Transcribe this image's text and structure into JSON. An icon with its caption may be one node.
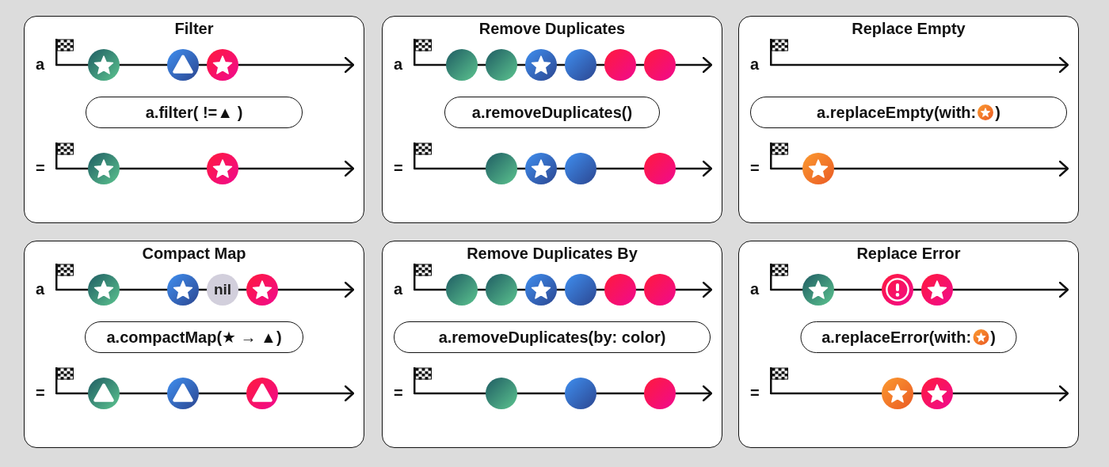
{
  "diagram": {
    "nodes": [
      {
        "text": [
          "Filter"
        ]
      },
      {
        "text": [],
        "shape": "picture",
        "in": 0
      },
      {
        "text": [],
        "shape": "circle",
        "in": 0
      },
      {
        "text": [],
        "shape": "circle",
        "in": 0
      },
      {
        "text": [],
        "shape": "circle",
        "in": 0
      },
      {
        "text": [
          "a.filter( !=▲ )"
        ],
        "in": 0
      },
      {
        "text": [],
        "shape": "picture",
        "in": 0
      },
      {
        "text": [],
        "shape": "circle",
        "in": 0
      },
      {
        "text": [],
        "shape": "circle",
        "in": 0
      },
      {
        "text": [
          "Remove Duplicates"
        ]
      },
      {
        "text": [],
        "shape": "picture",
        "in": 9
      },
      {
        "text": [],
        "shape": "circle",
        "in": 9
      },
      {
        "text": [],
        "shape": "circle",
        "in": 9
      },
      {
        "text": [],
        "shape": "circle",
        "in": 9
      },
      {
        "text": [],
        "shape": "circle",
        "in": 9
      },
      {
        "text": [],
        "shape": "circle",
        "in": 9
      },
      {
        "text": [],
        "shape": "circle",
        "in": 9
      },
      {
        "text": [
          "a.removeDuplicates()"
        ],
        "in": 9
      },
      {
        "text": [],
        "shape": "picture",
        "in": 9
      },
      {
        "text": [],
        "shape": "circle",
        "in": 9
      },
      {
        "text": [],
        "shape": "circle",
        "in": 9
      },
      {
        "text": [],
        "shape": "circle",
        "in": 9
      },
      {
        "text": [],
        "shape": "circle",
        "in": 9
      },
      {
        "text": [
          "Replace Empty"
        ]
      },
      {
        "text": [],
        "shape": "picture",
        "in": 23
      },
      {
        "text": [
          "a.replaceEmpty(with:",
          ")"
        ],
        "in": 23
      },
      {
        "text": [],
        "shape": "circle",
        "in": 25
      },
      {
        "text": [],
        "shape": "picture",
        "in": 23
      },
      {
        "text": [],
        "shape": "circle",
        "in": 23
      },
      {
        "text": [
          "Compact Map"
        ]
      },
      {
        "text": [],
        "shape": "picture",
        "in": 29
      },
      {
        "text": [],
        "shape": "circle",
        "in": 29
      },
      {
        "text": [],
        "shape": "circle",
        "in": 29
      },
      {
        "text": [
          "nil"
        ],
        "in": 29
      },
      {
        "text": [],
        "shape": "circle",
        "in": 29
      },
      {
        "text": [
          "a.compactMap(★ → ▲)"
        ],
        "in": 29
      },
      {
        "text": [],
        "shape": "picture",
        "in": 29
      },
      {
        "text": [],
        "shape": "circle",
        "in": 29
      },
      {
        "text": [],
        "shape": "circle",
        "in": 29
      },
      {
        "text": [],
        "shape": "circle",
        "in": 29
      },
      {
        "text": [
          "Remove Duplicates By"
        ]
      },
      {
        "text": [],
        "shape": "picture",
        "in": 40
      },
      {
        "text": [],
        "shape": "circle",
        "in": 40
      },
      {
        "text": [],
        "shape": "circle",
        "in": 40
      },
      {
        "text": [],
        "shape": "circle",
        "in": 40
      },
      {
        "text": [],
        "shape": "circle",
        "in": 40
      },
      {
        "text": [],
        "shape": "circle",
        "in": 40
      },
      {
        "text": [],
        "shape": "circle",
        "in": 40
      },
      {
        "text": [
          "a.removeDuplicates(by: color)"
        ],
        "in": 40
      },
      {
        "text": [],
        "shape": "picture",
        "in": 40
      },
      {
        "text": [],
        "shape": "circle",
        "in": 40
      },
      {
        "text": [],
        "shape": "circle",
        "in": 40
      },
      {
        "text": [],
        "shape": "circle",
        "in": 40
      },
      {
        "text": [
          "Replace Error"
        ]
      },
      {
        "text": [],
        "shape": "picture",
        "in": 53
      },
      {
        "text": [],
        "shape": "circle",
        "in": 53
      },
      {
        "text": [],
        "shape": "circle",
        "in": 53
      },
      {
        "text": [],
        "shape": "circle",
        "in": 53
      },
      {
        "text": [
          "a.replaceError(with:",
          ")"
        ],
        "in": 53
      },
      {
        "text": [],
        "shape": "circle",
        "in": 58
      },
      {
        "text": [],
        "shape": "picture",
        "in": 53
      },
      {
        "text": [],
        "shape": "circle",
        "in": 53
      },
      {
        "text": [],
        "shape": "circle",
        "in": 53
      }
    ],
    "edges": [
      {
        "from": 1,
        "to": null,
        "arrow": "to"
      },
      {
        "from": 6,
        "to": null,
        "arrow": "to"
      },
      {
        "from": 10,
        "to": null,
        "arrow": "to"
      },
      {
        "from": 18,
        "to": null,
        "arrow": "to"
      },
      {
        "from": 24,
        "to": null,
        "arrow": "to"
      },
      {
        "from": 27,
        "to": null,
        "arrow": "to"
      },
      {
        "from": 30,
        "to": null,
        "arrow": "to"
      },
      {
        "from": 36,
        "to": null,
        "arrow": "to"
      },
      {
        "from": 41,
        "to": null,
        "arrow": "to"
      },
      {
        "from": 49,
        "to": null,
        "arrow": "to"
      },
      {
        "from": 54,
        "to": null,
        "arrow": "to"
      },
      {
        "from": 60,
        "to": null,
        "arrow": "to"
      }
    ],
    "labels": [
      "a",
      "=",
      "a",
      "=",
      "a",
      "=",
      "a",
      "=",
      "a",
      "=",
      "a",
      "="
    ]
  }
}
